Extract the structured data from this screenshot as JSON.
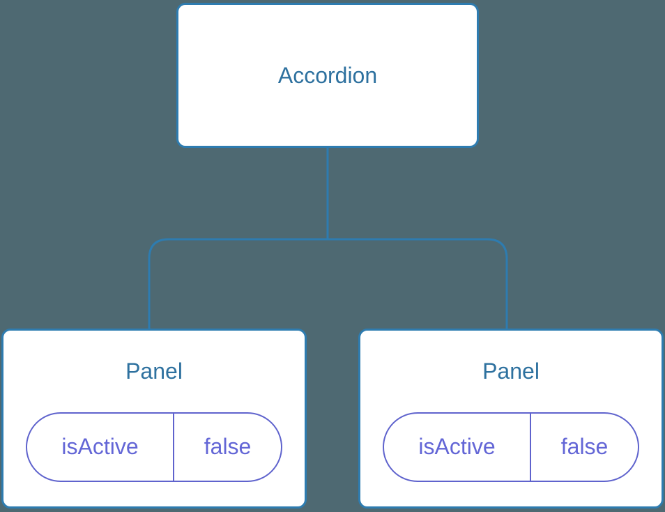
{
  "colors": {
    "canvas_bg": "#4e6972",
    "node_bg": "#ffffff",
    "node_border": "#2e7cb0",
    "connector": "#2e7cb0",
    "title_color": "#2e719f",
    "state_border": "#5f63cd",
    "state_text": "#6366d6"
  },
  "tree": {
    "root": {
      "label": "Accordion"
    },
    "children": [
      {
        "label": "Panel",
        "state": {
          "key": "isActive",
          "value": "false"
        }
      },
      {
        "label": "Panel",
        "state": {
          "key": "isActive",
          "value": "false"
        }
      }
    ]
  }
}
